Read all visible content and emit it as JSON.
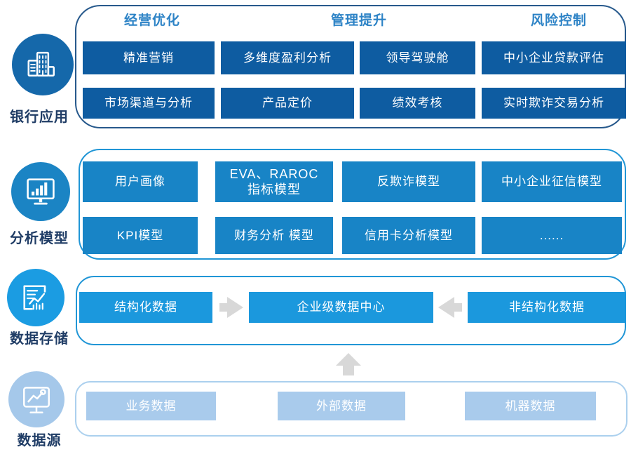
{
  "diagram_title": "",
  "colors": {
    "background": "#ffffff",
    "layer1_button": "#0e5ca1",
    "layer1_circle": "#1568aa",
    "layer1_panel_border": "#27598c",
    "layer2_button": "#1884c6",
    "layer2_circle": "#1b84c4",
    "layer2_panel_border": "#2196d6",
    "layer3_button": "#1b98dd",
    "layer3_circle": "#1b9ce2",
    "layer3_panel_border": "#2196d6",
    "layer4_button": "#a9cbec",
    "layer4_circle": "#a5c8ea",
    "layer4_panel_border": "#abd0ee",
    "header_text": "#2d83c6",
    "rail_label_text": "#203d66",
    "button_text": "#ffffff",
    "arrow": "#d8d8d8"
  },
  "layers": {
    "banking": {
      "label": "银行应用",
      "icon": "bank-buildings-icon",
      "headers": [
        "经营优化",
        "管理提升",
        "风险控制"
      ],
      "row1": [
        "精准营销",
        "多维度盈利分析",
        "领导驾驶舱",
        "中小企业贷款评估"
      ],
      "row2": [
        "市场渠道与分析",
        "产品定价",
        "绩效考核",
        "实时欺诈交易分析"
      ]
    },
    "models": {
      "label": "分析模型",
      "icon": "monitor-bar-chart-icon",
      "row1": [
        "用户画像",
        "EVA、RAROC\n指标模型",
        "反欺诈模型",
        "中小企业征信模型"
      ],
      "row2": [
        "KPI模型",
        "财务分析 模型",
        "信用卡分析模型",
        "......"
      ]
    },
    "storage": {
      "label": "数据存储",
      "icon": "report-chart-icon",
      "items": [
        "结构化数据",
        "企业级数据中心",
        "非结构化数据"
      ]
    },
    "sources": {
      "label": "数据源",
      "icon": "monitor-trend-icon",
      "items": [
        "业务数据",
        "外部数据",
        "机器数据"
      ]
    }
  },
  "arrows": {
    "structured_to_center": "arrow-right-icon",
    "unstructured_to_center": "arrow-left-icon",
    "sources_to_storage": "arrow-up-icon"
  }
}
